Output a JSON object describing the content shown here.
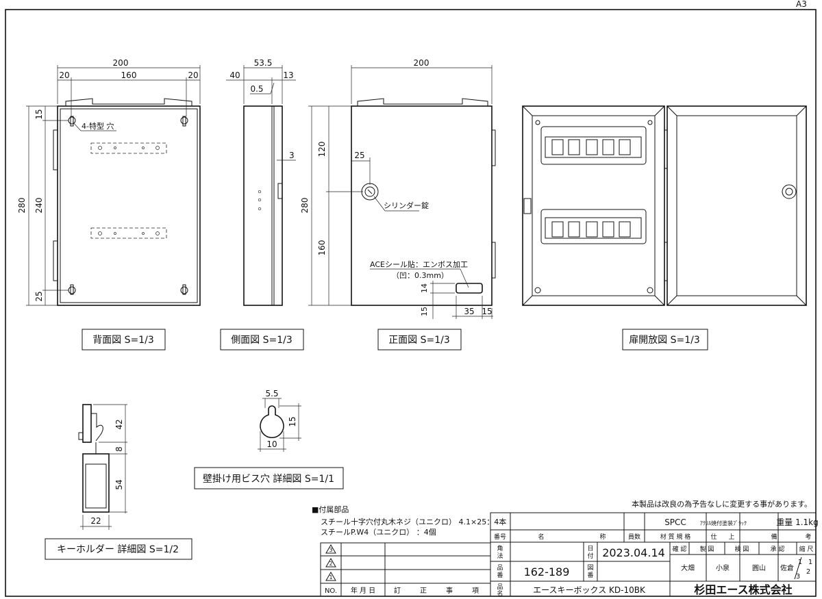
{
  "sheet_size": "A3",
  "views": {
    "back": {
      "title": "背面図 S=1/3",
      "dims": {
        "w_total": "200",
        "w_left": "20",
        "w_mid": "160",
        "w_right": "20",
        "h_total": "280",
        "h_top": "15",
        "h_mid": "240",
        "h_bot": "25"
      },
      "callout": "4-特型 穴"
    },
    "side": {
      "title": "側面図 S=1/3",
      "dims": {
        "depth": "53.5",
        "d40": "40",
        "d13": "13",
        "t05": "0.5",
        "t3": "3"
      }
    },
    "front": {
      "title": "正面図 S=1/3",
      "dims": {
        "w": "200",
        "h": "280",
        "h120": "120",
        "h160": "160",
        "x25": "25",
        "x35": "35",
        "x15b": "15",
        "y14": "14",
        "y15": "15"
      },
      "lock_callout": "シリンダー錠",
      "label_line1": "ACEシール貼：エンボス加工",
      "label_line2": "（凹：0.3mm）"
    },
    "open": {
      "title": "扉開放図 S=1/3"
    },
    "keyholder": {
      "title": "キーホルダー 詳細図 S=1/2",
      "dims": {
        "h42": "42",
        "h8": "8",
        "h54": "54",
        "w22": "22"
      }
    },
    "screwhole": {
      "title": "壁掛け用ビス穴 詳細図 S=1/1",
      "dims": {
        "w55": "5.5",
        "h15": "15",
        "w10": "10"
      }
    }
  },
  "parts": {
    "heading": "■付属部品",
    "line1": "スチール十字穴付丸木ネジ（ユニクロ） 4.1×25：4本",
    "line2": "スチールP.W4（ユニクロ） ：4個"
  },
  "notice": "本製品は改良の為予告なしに変更する事があります。",
  "title_block": {
    "material": "SPCC",
    "finish": "ｱｸﾘﾙ焼付塗装ﾌﾞﾗｯｸ",
    "weight": "重量 1.1kg",
    "hdr_no": "番号",
    "hdr_name": "名",
    "hdr_name2": "称",
    "hdr_qty": "員数",
    "hdr_material": "材 質 規 格",
    "hdr_finish1": "仕",
    "hdr_finish2": "上",
    "hdr_remark1": "備",
    "hdr_remark2": "考",
    "row_kakuho1": "角",
    "row_kakuho2": "法",
    "row_date_label1": "日",
    "row_date_label2": "付",
    "date": "2023.04.14",
    "check_labels": [
      "確 認",
      "製 図",
      "検 図",
      "承 認"
    ],
    "scale_label": "縮 尺",
    "checkers": [
      "大畑",
      "小泉",
      "圓山",
      "佐倉"
    ],
    "row_hinban1": "品",
    "row_hinban2": "番",
    "part_no": "162-189",
    "row_zuban1": "図",
    "row_zuban2": "番",
    "row_hinmei1": "品",
    "row_hinmei2": "名",
    "product_name": "エースキーボックス KD-10BK",
    "company": "杉田エース株式会社",
    "scale_a": "1",
    "scale_b": "3",
    "scale_c": "1",
    "scale_d": "2"
  },
  "revision_block": {
    "marks": [
      "3",
      "2",
      "1"
    ],
    "headers": [
      "NO.",
      "年 月 日",
      "訂",
      "正",
      "事",
      "項"
    ]
  }
}
